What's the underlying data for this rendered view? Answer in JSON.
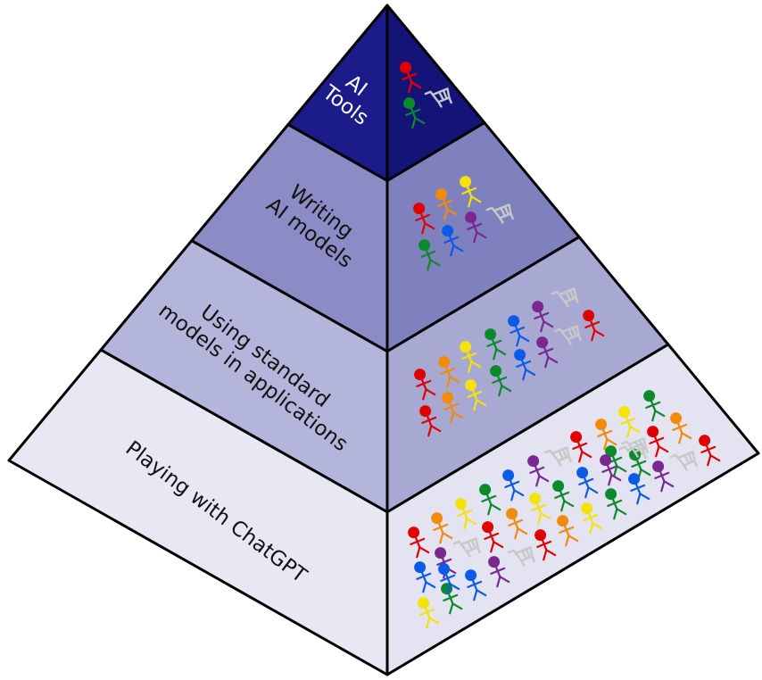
{
  "colors": {
    "outline": "#000000",
    "tier_1_left": "#1b1b8a",
    "tier_1_right": "#141478",
    "tier_2_left": "#8b8bc6",
    "tier_2_right": "#7f80be",
    "tier_3_left": "#b4b5da",
    "tier_3_right": "#a8a9d3",
    "tier_4_left": "#e8e8f4",
    "tier_4_right": "#e3e3f1",
    "person_colors": [
      "#e00000",
      "#f28a0c",
      "#f4e20a",
      "#0b8a2c",
      "#0a5ce8",
      "#7a2890"
    ],
    "cart_color": "#c8c8c8"
  },
  "tiers": [
    {
      "label_lines": [
        "AI",
        "Tools"
      ],
      "figures": [
        "red",
        "cart",
        "green"
      ]
    },
    {
      "label_lines": [
        "Writing",
        "AI models"
      ],
      "figures": [
        "yellow",
        "orange",
        "cart",
        "red",
        "purple",
        "blue",
        "green"
      ]
    },
    {
      "label_lines": [
        "Using standard",
        "models in applications"
      ],
      "figures": [
        "purple",
        "cart",
        "blue",
        "green",
        "red",
        "purple",
        "cart",
        "yellow",
        "orange",
        "blue",
        "red",
        "green",
        "yellow",
        "orange",
        "red"
      ]
    },
    {
      "label_lines": [
        "Playing with ChatGPT"
      ],
      "figures": [
        "green",
        "yellow",
        "orange",
        "red",
        "orange",
        "red",
        "cart",
        "cart",
        "cart",
        "red"
      ]
    }
  ],
  "icons": {
    "person": "stick-figure-person-icon",
    "cart": "shopping-cart-icon"
  }
}
